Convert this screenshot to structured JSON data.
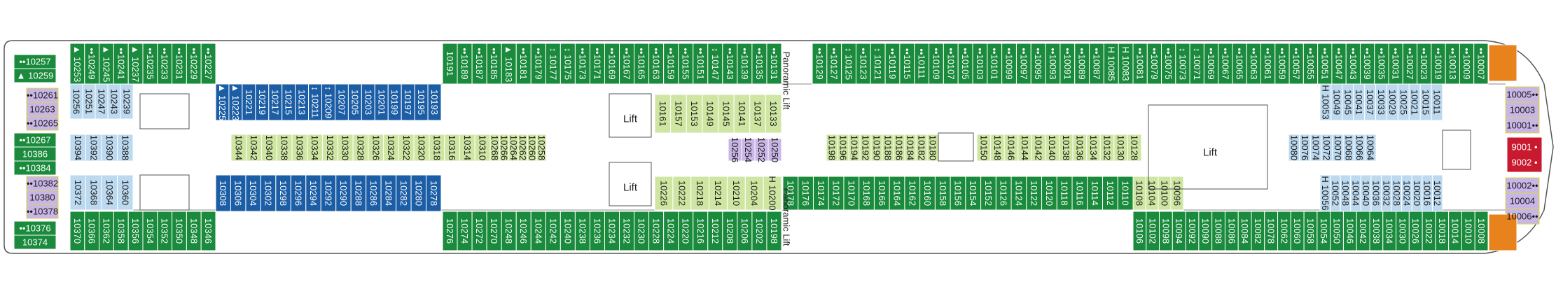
{
  "colors": {
    "outside": "#1a8a3c",
    "balcony_dark": "#0e7a36",
    "inside": "#bcd9ef",
    "superior_blue": "#1c5ea6",
    "oceanview": "#cfe6a2",
    "suite": "#c9b6e6",
    "suite_border": "#d6df3a",
    "owner": "#c8192f",
    "aurea_orange": "#e8821c",
    "hull": "#ffffff",
    "outline": "#555555",
    "text_light": "#ffffff",
    "text_dark": "#1a1a1a"
  },
  "labels": {
    "lift_main": "Lift",
    "lift_left_top": "Lift",
    "lift_left_bottom": "Lift",
    "panoramic_top": "Panoramic Lift",
    "panoramic_bottom": "Panoramic Lift",
    "owner_top": "9001 •",
    "owner_bottom": "9002 •"
  },
  "aft_top_horizontal": [
    "••10257",
    "▲ 10259"
  ],
  "aft_top_suite": [
    "••10261",
    "10263",
    "••10265"
  ],
  "aft_mid_horizontal": [
    "••10267",
    "10386",
    "••10384"
  ],
  "aft_bottom_suite": [
    "••10382",
    "10380",
    "••10378"
  ],
  "aft_bottom_horizontal": [
    "••10376",
    "10374"
  ],
  "fwd_top_suite": [
    "10005••",
    "10003",
    "10001••"
  ],
  "fwd_bottom_suite": [
    "10002••",
    "10004",
    "10006••"
  ],
  "top_outer_1": [
    "▲ 10253",
    "••10249",
    "▲ 10245",
    "••10241",
    "▲ 10237",
    "••10235",
    "••10233",
    "••10231",
    "••10229",
    "••10227"
  ],
  "top_outer_2": [
    "10191",
    "••10189",
    "••10187",
    "••10185",
    "▲ 10183",
    "••10181",
    "••10179",
    "↕ 10177",
    "↕ 10175",
    "••10173",
    "••10171",
    "••10169",
    "••10167",
    "••10165",
    "••10163",
    "••10159",
    "••10155",
    "••10151",
    "↕ 10147",
    "••10143",
    "••10139",
    "••10135",
    "••10131"
  ],
  "top_outer_3": [
    "••10129",
    "••10127",
    "↕ 10125",
    "••10123",
    "↕ 10121",
    "••10119",
    "••10115",
    "••10111",
    "••10109",
    "••10107",
    "••10105",
    "••10103",
    "••10101",
    "••10099",
    "••10097",
    "••10095",
    "••10093",
    "••10091",
    "••10089",
    "••10087",
    "H 10085",
    "H 10083"
  ],
  "top_outer_4": [
    "••10081",
    "••10079",
    "••10075",
    "↕ 10073",
    "↕ 10071",
    "••10069",
    "••10067",
    "••10065",
    "••10063",
    "••10061",
    "••10059",
    "••10057",
    "••10055",
    "••10051",
    "••10047",
    "••10043",
    "••10039",
    "••10035",
    "••10031",
    "••10027",
    "••10023",
    "••10019",
    "••10013",
    "••10009",
    "••10007"
  ],
  "top_inner_balcony": [
    "▲ 10225",
    "▲ 10223",
    "10221",
    "10219",
    "10217",
    "10215",
    "10213",
    "↕ 10211",
    "↕ 10209",
    "10207",
    "10205",
    "10203",
    "10201",
    "10199",
    "10197",
    "10195",
    "10193"
  ],
  "top_inside_aft": [
    "10256",
    "10251",
    "10247",
    "10243",
    "10239"
  ],
  "bottom_inside_aft": [
    "10372",
    "10368",
    "10364",
    "10360"
  ],
  "mid_inside_aft": [
    "10394",
    "10392",
    "10390",
    "10388"
  ],
  "mid_inner_left": [
    "10344",
    "10342",
    "10340",
    "10338",
    "10336",
    "10334",
    "10332",
    "10330",
    "10328",
    "10326",
    "10324",
    "10322",
    "10320",
    "10318",
    "10316",
    "10314",
    "10310"
  ],
  "mid_inner_left2": [
    "10268",
    "10266",
    "10264",
    "10262",
    "10260",
    "10258"
  ],
  "top_inner_mid": [
    "10161",
    "10157",
    "10153",
    "10149",
    "10145",
    "10141",
    "10137",
    "10133"
  ],
  "mid_suites_center": [
    "10256",
    "10254",
    "10252",
    "10250"
  ],
  "mid_inner_center": [
    "10198",
    "10196",
    "10194",
    "10192",
    "10190",
    "10188",
    "10186",
    "10184",
    "10182",
    "10180"
  ],
  "mid_inner_right": [
    "10150",
    "10148",
    "10146",
    "10144",
    "10142",
    "10140",
    "10138",
    "10136",
    "10134",
    "10132",
    "10130",
    "10128"
  ],
  "top_inside_fwd": [
    "10080",
    "10076",
    "10074",
    "10072",
    "10070",
    "10068",
    "10066",
    "10064"
  ],
  "fwd_inside_top": [
    "H 10053",
    "10049",
    "10045",
    "10041",
    "10037",
    "10033",
    "10029",
    "10025",
    "10021",
    "10015",
    "10011"
  ],
  "fwd_inside_bottom": [
    "H 10056",
    "10052",
    "10048",
    "10044",
    "10040",
    "10036",
    "10032",
    "10028",
    "10024",
    "10020",
    "10016",
    "10012"
  ],
  "bottom_inner_balcony": [
    "10308",
    "10306",
    "10304",
    "10302",
    "10298",
    "10296",
    "10294",
    "10292",
    "10290",
    "10288",
    "10286",
    "10284",
    "10282",
    "10280",
    "10278"
  ],
  "bottom_inner_mid": [
    "10226",
    "10222",
    "10218",
    "10214",
    "10210",
    "10204",
    "H 10200"
  ],
  "bottom_inner_center": [
    "10178",
    "10176",
    "10174",
    "10172",
    "10170",
    "10168",
    "10166",
    "10164",
    "10162",
    "10160",
    "10158",
    "10156",
    "10154",
    "10152",
    "10126",
    "10124",
    "10122",
    "10120",
    "10118",
    "10116",
    "10114",
    "10112",
    "10110"
  ],
  "bottom_inner_right": [
    "10108",
    "10104",
    "10100",
    "10096"
  ],
  "bottom_outer_1": [
    "10370",
    "10366",
    "10362",
    "10358",
    "10356",
    "10354",
    "10352",
    "10350",
    "10348",
    "10346"
  ],
  "bottom_outer_2": [
    "10276",
    "10274",
    "10272",
    "10270",
    "10248",
    "10246",
    "10244",
    "10242",
    "10240",
    "10238",
    "10236",
    "10234",
    "10232",
    "10230",
    "10228",
    "10224",
    "10220",
    "10216",
    "10212",
    "10208",
    "10206",
    "10202",
    "10198"
  ],
  "bottom_outer_3": [
    "10106",
    "10102",
    "10098",
    "10094",
    "10092",
    "10090",
    "10088",
    "10086",
    "10084",
    "10082",
    "10078",
    "10062",
    "10060",
    "10058",
    "10054",
    "10050",
    "10046",
    "10042",
    "10038",
    "10034",
    "10030",
    "10026",
    "10022",
    "10018",
    "10014",
    "10010",
    "10008"
  ]
}
